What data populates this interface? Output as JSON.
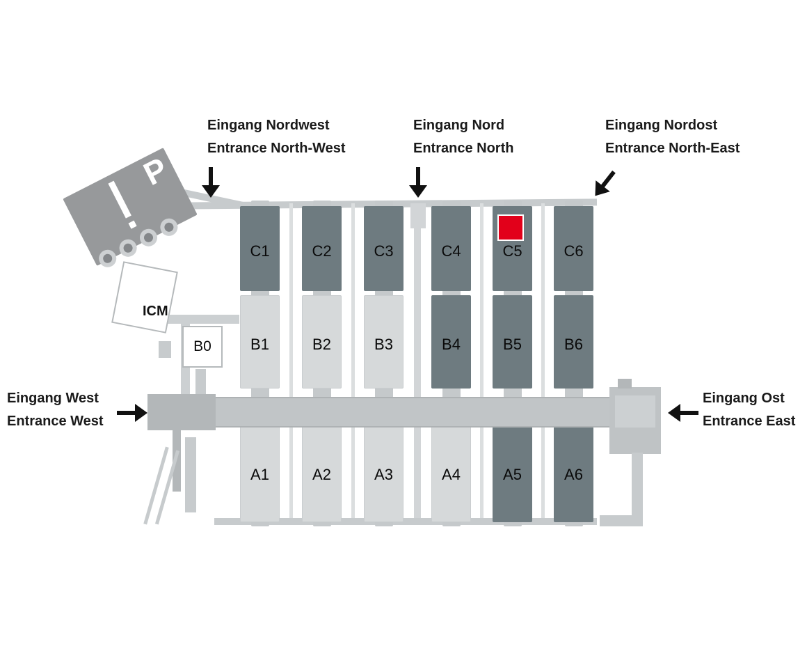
{
  "map": {
    "entrances": {
      "northwest": {
        "de": "Eingang Nordwest",
        "en": "Entrance North-West"
      },
      "north": {
        "de": "Eingang Nord",
        "en": "Entrance North"
      },
      "northeast": {
        "de": "Eingang Nordost",
        "en": "Entrance North-East"
      },
      "west": {
        "de": "Eingang West",
        "en": "Entrance West"
      },
      "east": {
        "de": "Eingang Ost",
        "en": "Entrance East"
      }
    },
    "buildings": {
      "icm": "ICM",
      "b0": "B0",
      "parking": "P"
    },
    "hall_rows": [
      {
        "row": "C",
        "halls": [
          {
            "label": "C1",
            "shade": "dark"
          },
          {
            "label": "C2",
            "shade": "dark"
          },
          {
            "label": "C3",
            "shade": "dark"
          },
          {
            "label": "C4",
            "shade": "dark"
          },
          {
            "label": "C5",
            "shade": "dark",
            "highlight": true
          },
          {
            "label": "C6",
            "shade": "dark"
          }
        ]
      },
      {
        "row": "B",
        "halls": [
          {
            "label": "B1",
            "shade": "light"
          },
          {
            "label": "B2",
            "shade": "light"
          },
          {
            "label": "B3",
            "shade": "light"
          },
          {
            "label": "B4",
            "shade": "dark"
          },
          {
            "label": "B5",
            "shade": "dark"
          },
          {
            "label": "B6",
            "shade": "dark"
          }
        ]
      },
      {
        "row": "A",
        "halls": [
          {
            "label": "A1",
            "shade": "light"
          },
          {
            "label": "A2",
            "shade": "light"
          },
          {
            "label": "A3",
            "shade": "light"
          },
          {
            "label": "A4",
            "shade": "light"
          },
          {
            "label": "A5",
            "shade": "dark"
          },
          {
            "label": "A6",
            "shade": "dark"
          }
        ]
      }
    ],
    "highlight": {
      "hall": "C5",
      "color": "#e2001a"
    },
    "colors": {
      "hall_dark": "#6e7b80",
      "hall_light": "#d6d9da",
      "corridor": "#c1c5c7",
      "structure": "#c7cbcd",
      "parking": "#97999b",
      "highlight": "#e2001a",
      "text": "#1a1a1a"
    }
  }
}
